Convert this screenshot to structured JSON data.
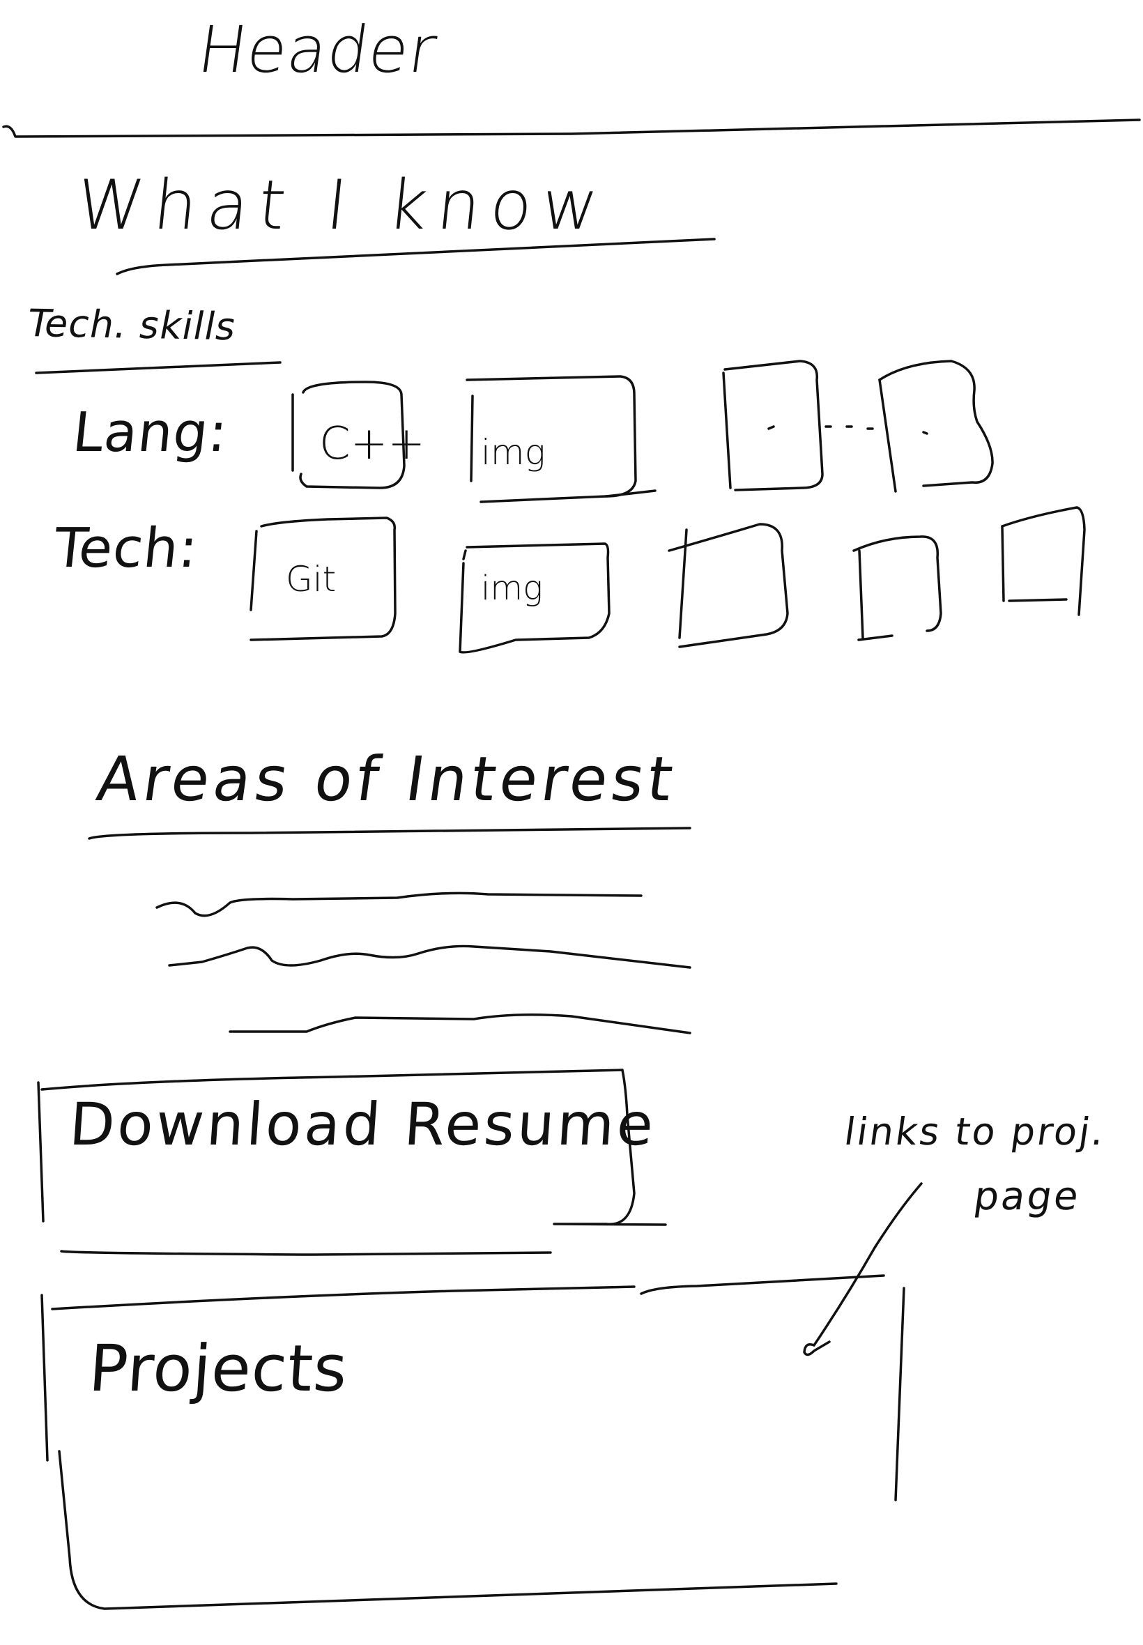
{
  "header": {
    "title": "Header"
  },
  "what_i_know": {
    "heading": "What I know",
    "tech_skills_label": "Tech. skills",
    "languages": {
      "label": "Lang:",
      "tiles": [
        "C++",
        "img",
        "",
        ""
      ]
    },
    "technologies": {
      "label": "Tech:",
      "tiles": [
        "Git",
        "img",
        "",
        "",
        ""
      ]
    }
  },
  "areas_of_interest": {
    "heading": "Areas of Interest",
    "placeholder_line_count": 3
  },
  "download": {
    "label": "Download Resume"
  },
  "projects": {
    "label": "Projects"
  },
  "annotation": {
    "line1": "links to proj.",
    "line2": "page"
  },
  "colors": {
    "ink": "#111111",
    "paper": "#ffffff"
  }
}
